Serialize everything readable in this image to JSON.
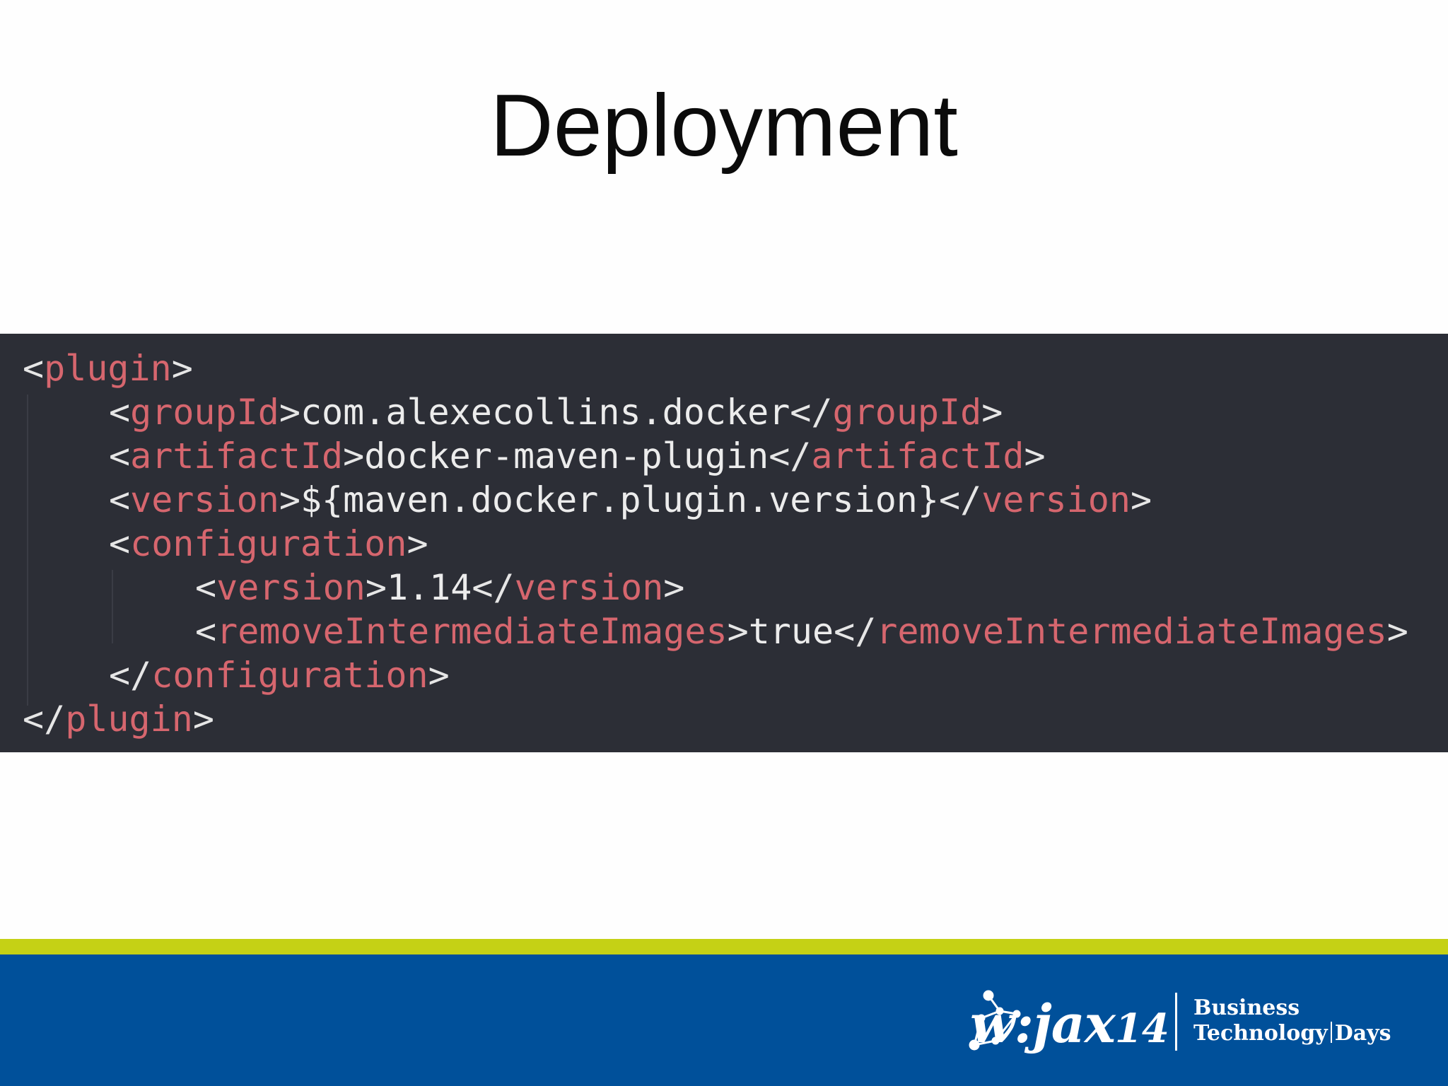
{
  "slide": {
    "title": "Deployment"
  },
  "code": {
    "lines": [
      {
        "indent": 0,
        "parts": [
          [
            "p",
            "<"
          ],
          [
            "t",
            "plugin"
          ],
          [
            "p",
            ">"
          ]
        ]
      },
      {
        "indent": 1,
        "parts": [
          [
            "p",
            "<"
          ],
          [
            "t",
            "groupId"
          ],
          [
            "p",
            ">"
          ],
          [
            "x",
            "com.alexecollins.docker"
          ],
          [
            "p",
            "</"
          ],
          [
            "t",
            "groupId"
          ],
          [
            "p",
            ">"
          ]
        ]
      },
      {
        "indent": 1,
        "parts": [
          [
            "p",
            "<"
          ],
          [
            "t",
            "artifactId"
          ],
          [
            "p",
            ">"
          ],
          [
            "x",
            "docker-maven-plugin"
          ],
          [
            "p",
            "</"
          ],
          [
            "t",
            "artifactId"
          ],
          [
            "p",
            ">"
          ]
        ]
      },
      {
        "indent": 1,
        "parts": [
          [
            "p",
            "<"
          ],
          [
            "t",
            "version"
          ],
          [
            "p",
            ">"
          ],
          [
            "x",
            "${maven.docker.plugin.version}"
          ],
          [
            "p",
            "</"
          ],
          [
            "t",
            "version"
          ],
          [
            "p",
            ">"
          ]
        ]
      },
      {
        "indent": 1,
        "parts": [
          [
            "p",
            "<"
          ],
          [
            "t",
            "configuration"
          ],
          [
            "p",
            ">"
          ]
        ]
      },
      {
        "indent": 2,
        "parts": [
          [
            "p",
            "<"
          ],
          [
            "t",
            "version"
          ],
          [
            "p",
            ">"
          ],
          [
            "x",
            "1.14"
          ],
          [
            "p",
            "</"
          ],
          [
            "t",
            "version"
          ],
          [
            "p",
            ">"
          ]
        ]
      },
      {
        "indent": 2,
        "parts": [
          [
            "p",
            "<"
          ],
          [
            "t",
            "removeIntermediateImages"
          ],
          [
            "p",
            ">"
          ],
          [
            "x",
            "true"
          ],
          [
            "p",
            "</"
          ],
          [
            "t",
            "removeIntermediateImages"
          ],
          [
            "p",
            ">"
          ]
        ]
      },
      {
        "indent": 1,
        "parts": [
          [
            "p",
            "</"
          ],
          [
            "t",
            "configuration"
          ],
          [
            "p",
            ">"
          ]
        ]
      },
      {
        "indent": 0,
        "parts": [
          [
            "p",
            "</"
          ],
          [
            "t",
            "plugin"
          ],
          [
            "p",
            ">"
          ]
        ]
      }
    ]
  },
  "footer": {
    "logo_text": "W-JAX 14",
    "logo_word": "w:jax",
    "logo_number": "14",
    "tagline_line1": "Business",
    "tagline_line2a": "Technology",
    "tagline_line2b": "Days"
  },
  "colors": {
    "code_background": "#2c2e36",
    "tag": "#d6666e",
    "text": "#ececec",
    "footer_blue": "#00509a",
    "footer_stripe": "#c5d115"
  }
}
